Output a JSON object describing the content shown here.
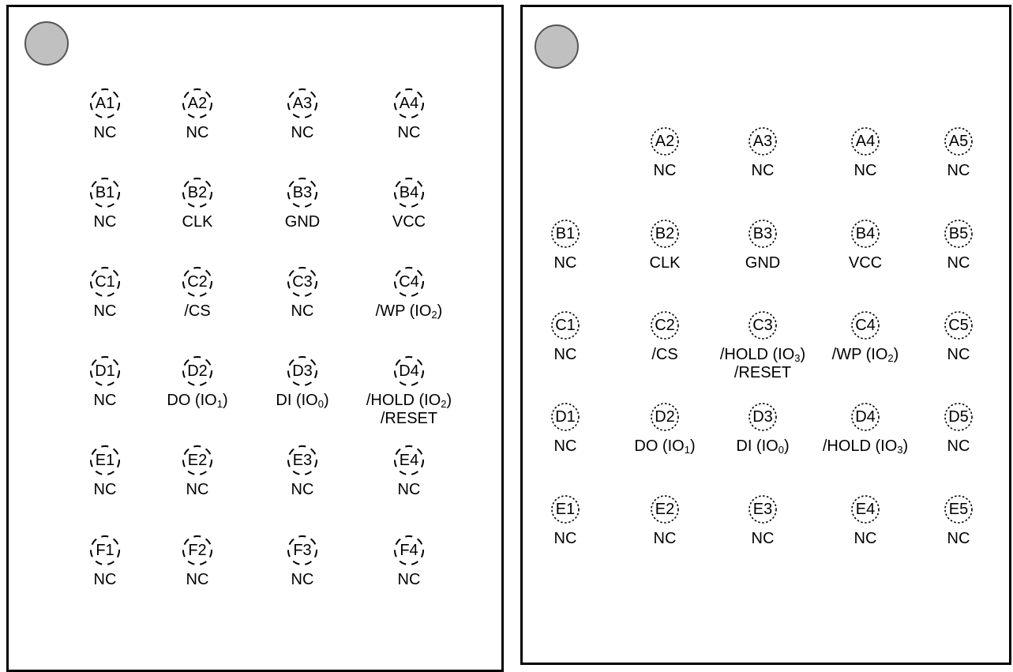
{
  "left_package": {
    "balls": [
      {
        "id": "A1",
        "signal": "NC"
      },
      {
        "id": "A2",
        "signal": "NC"
      },
      {
        "id": "A3",
        "signal": "NC"
      },
      {
        "id": "A4",
        "signal": "NC"
      },
      {
        "id": "B1",
        "signal": "NC"
      },
      {
        "id": "B2",
        "signal": "CLK"
      },
      {
        "id": "B3",
        "signal": "GND"
      },
      {
        "id": "B4",
        "signal": "VCC"
      },
      {
        "id": "C1",
        "signal": "NC"
      },
      {
        "id": "C2",
        "signal": "/CS"
      },
      {
        "id": "C3",
        "signal": "NC"
      },
      {
        "id": "C4",
        "signal": "/WP (IO",
        "sub": "2",
        "suffix": ")"
      },
      {
        "id": "D1",
        "signal": "NC"
      },
      {
        "id": "D2",
        "signal": "DO (IO",
        "sub": "1",
        "suffix": ")"
      },
      {
        "id": "D3",
        "signal": "DI (IO",
        "sub": "0",
        "suffix": ")"
      },
      {
        "id": "D4",
        "signal": "/HOLD (IO",
        "sub": "2",
        "suffix": ")",
        "line2": "/RESET"
      },
      {
        "id": "E1",
        "signal": "NC"
      },
      {
        "id": "E2",
        "signal": "NC"
      },
      {
        "id": "E3",
        "signal": "NC"
      },
      {
        "id": "E4",
        "signal": "NC"
      },
      {
        "id": "F1",
        "signal": "NC"
      },
      {
        "id": "F2",
        "signal": "NC"
      },
      {
        "id": "F3",
        "signal": "NC"
      },
      {
        "id": "F4",
        "signal": "NC"
      }
    ]
  },
  "right_package": {
    "balls": [
      {
        "id": "A2",
        "signal": "NC"
      },
      {
        "id": "A3",
        "signal": "NC"
      },
      {
        "id": "A4",
        "signal": "NC"
      },
      {
        "id": "A5",
        "signal": "NC"
      },
      {
        "id": "B1",
        "signal": "NC"
      },
      {
        "id": "B2",
        "signal": "CLK"
      },
      {
        "id": "B3",
        "signal": "GND"
      },
      {
        "id": "B4",
        "signal": "VCC"
      },
      {
        "id": "B5",
        "signal": "NC"
      },
      {
        "id": "C1",
        "signal": "NC"
      },
      {
        "id": "C2",
        "signal": "/CS"
      },
      {
        "id": "C3",
        "signal": "/HOLD (IO",
        "sub": "3",
        "suffix": ")",
        "line2": "/RESET"
      },
      {
        "id": "C4",
        "signal": "/WP (IO",
        "sub": "2",
        "suffix": ")"
      },
      {
        "id": "C5",
        "signal": "NC"
      },
      {
        "id": "D1",
        "signal": "NC"
      },
      {
        "id": "D2",
        "signal": "DO (IO",
        "sub": "1",
        "suffix": ")"
      },
      {
        "id": "D3",
        "signal": "DI (IO",
        "sub": "0",
        "suffix": ")"
      },
      {
        "id": "D4",
        "signal": "/HOLD (IO",
        "sub": "3",
        "suffix": ")"
      },
      {
        "id": "D5",
        "signal": "NC"
      },
      {
        "id": "E1",
        "signal": "NC"
      },
      {
        "id": "E2",
        "signal": "NC"
      },
      {
        "id": "E3",
        "signal": "NC"
      },
      {
        "id": "E4",
        "signal": "NC"
      },
      {
        "id": "E5",
        "signal": "NC"
      }
    ]
  }
}
